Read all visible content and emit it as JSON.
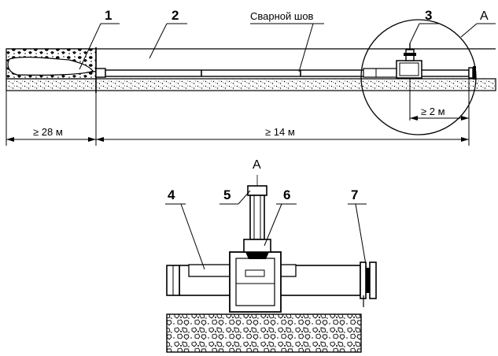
{
  "labels": {
    "callout_1": "1",
    "callout_2": "2",
    "callout_3": "3",
    "callout_4": "4",
    "callout_5": "5",
    "callout_6": "6",
    "callout_7": "7",
    "weld_seam": "Сварной шов",
    "detail_ref_top": "А",
    "detail_title": "А"
  },
  "dimensions": {
    "left_distance": "≥ 28 м",
    "pipe_length": "≥ 14 м",
    "end_distance": "≥ 2 м"
  },
  "colors": {
    "ink": "#000000",
    "paper": "#ffffff"
  }
}
